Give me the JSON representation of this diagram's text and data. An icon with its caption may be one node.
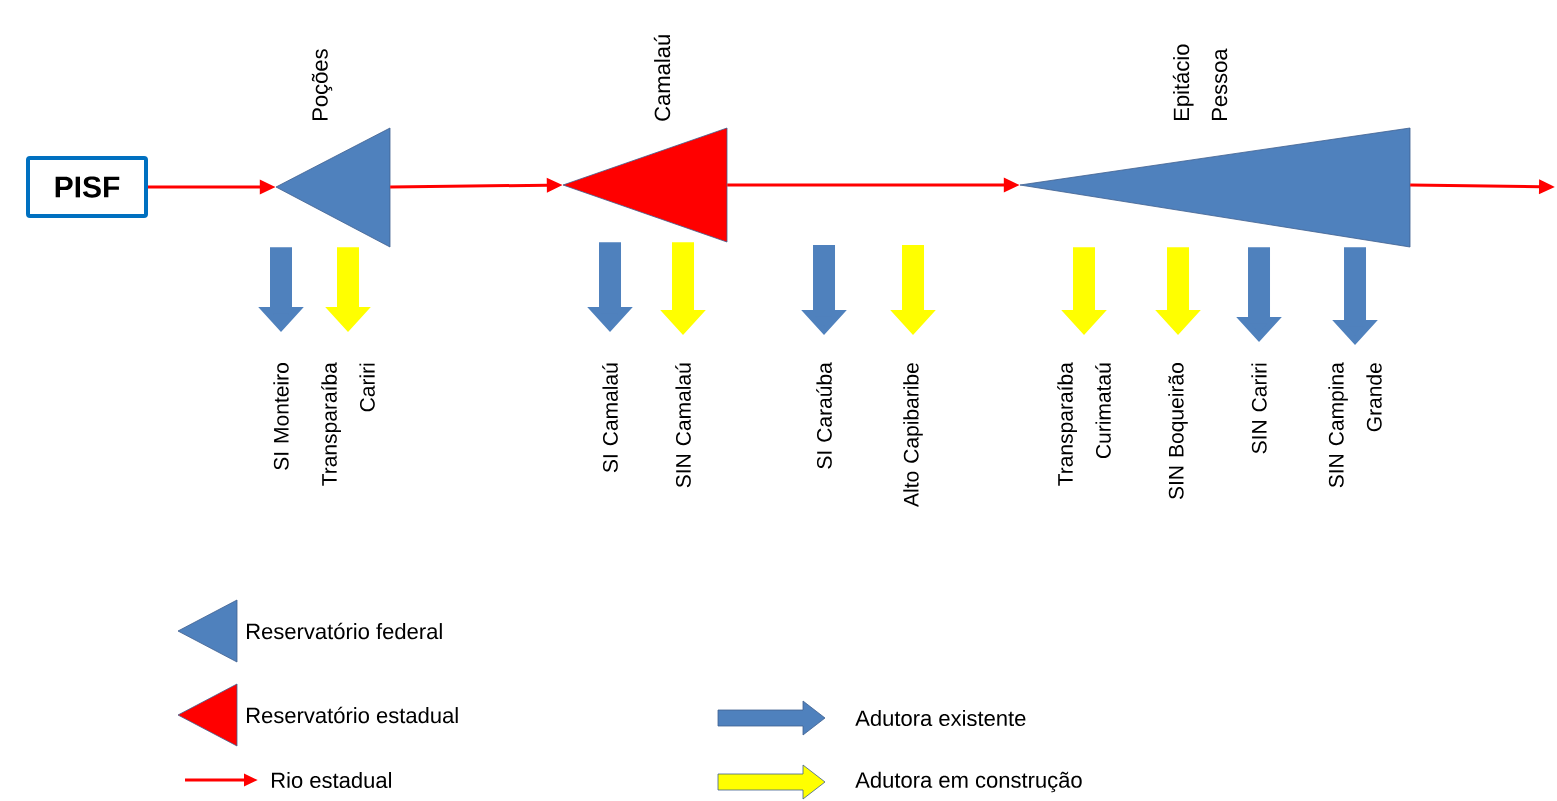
{
  "diagram": {
    "nodes": [
      {
        "text": [
          "PISF"
        ]
      },
      {
        "text": [
          "Poções"
        ]
      },
      {
        "text": [
          "Camalaú"
        ]
      },
      {
        "text": [
          "Epitácio Pessoa"
        ]
      },
      {
        "text": [
          "SI Monteiro"
        ]
      },
      {
        "text": [
          "Transparaíba Cariri"
        ]
      },
      {
        "text": [
          "SI Camalaú"
        ]
      },
      {
        "text": [
          "SIN Camalaú"
        ]
      },
      {
        "text": [
          "SI Caraúba"
        ]
      },
      {
        "text": [
          "Alto Capibaribe"
        ]
      },
      {
        "text": [
          "Transparaíba Curimataú"
        ]
      },
      {
        "text": [
          "SIN Boqueirão"
        ]
      },
      {
        "text": [
          "SIN Cariri"
        ]
      },
      {
        "text": [
          "SIN Campina Grande"
        ]
      }
    ],
    "edges": [
      {
        "from": 0,
        "to": 1,
        "arrow": "to",
        "color": "#ff0000"
      },
      {
        "from": 1,
        "to": 2,
        "arrow": "to",
        "color": "#ff0000"
      },
      {
        "from": 2,
        "to": 3,
        "arrow": "to",
        "color": "#ff0000"
      },
      {
        "from": 3,
        "to": null,
        "arrow": "to",
        "color": "#ff0000"
      },
      {
        "from": 1,
        "to": 4,
        "arrow": "to",
        "color": "#4f81bd"
      },
      {
        "from": 1,
        "to": 5,
        "arrow": "to",
        "color": "#ffff00"
      },
      {
        "from": 2,
        "to": 6,
        "arrow": "to",
        "color": "#4f81bd"
      },
      {
        "from": 2,
        "to": 7,
        "arrow": "to",
        "color": "#ffff00"
      },
      {
        "from": null,
        "to": 8,
        "arrow": "to",
        "color": "#4f81bd"
      },
      {
        "from": null,
        "to": 9,
        "arrow": "to",
        "color": "#ffff00"
      },
      {
        "from": 3,
        "to": 10,
        "arrow": "to",
        "color": "#ffff00"
      },
      {
        "from": 3,
        "to": 11,
        "arrow": "to",
        "color": "#ffff00"
      },
      {
        "from": 3,
        "to": 12,
        "arrow": "to",
        "color": "#4f81bd"
      },
      {
        "from": 3,
        "to": 13,
        "arrow": "to",
        "color": "#4f81bd"
      }
    ],
    "legend": [
      {
        "text": "Reservatório federal",
        "color": "#4f81bd"
      },
      {
        "text": "Reservatório estadual",
        "color": "#ff0000"
      },
      {
        "text": "Rio estadual"
      },
      {
        "text": "Adutora existente",
        "color": "#4f81bd"
      },
      {
        "text": "Adutora em construção",
        "color": "#ffff00"
      }
    ]
  }
}
